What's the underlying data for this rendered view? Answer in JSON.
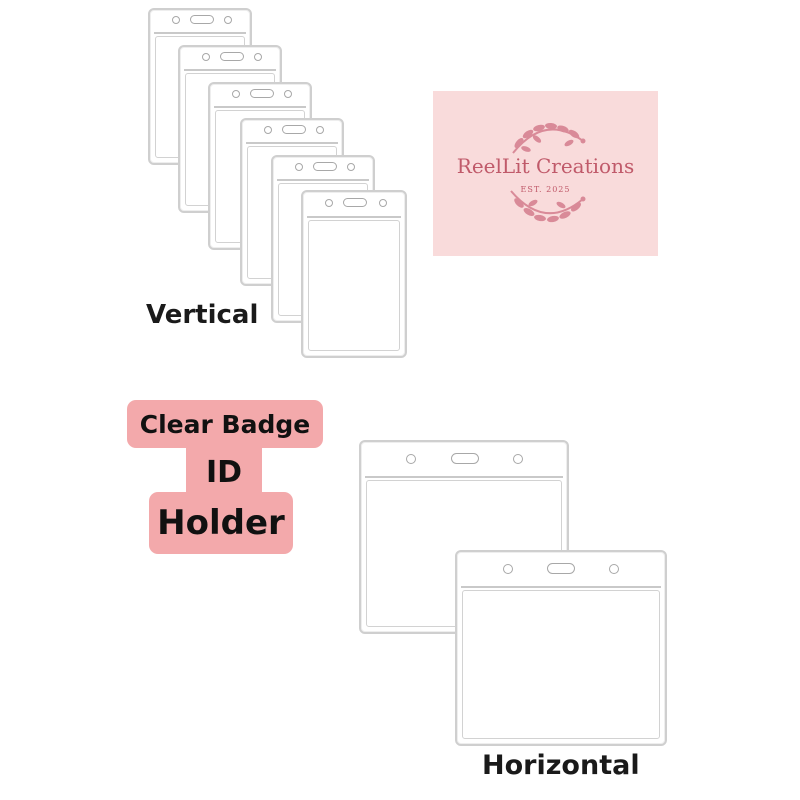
{
  "labels": {
    "vertical": "Vertical",
    "horizontal": "Horizontal"
  },
  "title_block": {
    "line1": "Clear Badge",
    "line2": "ID",
    "line3": "Holder"
  },
  "logo": {
    "name": "ReelLit Creations",
    "tagline": "EST. 2025"
  },
  "colors": {
    "pill_pink": "#f3a9ab",
    "logo_bg": "#f9dbdb",
    "logo_text": "#c05a6a",
    "wreath": "#d98a98"
  }
}
